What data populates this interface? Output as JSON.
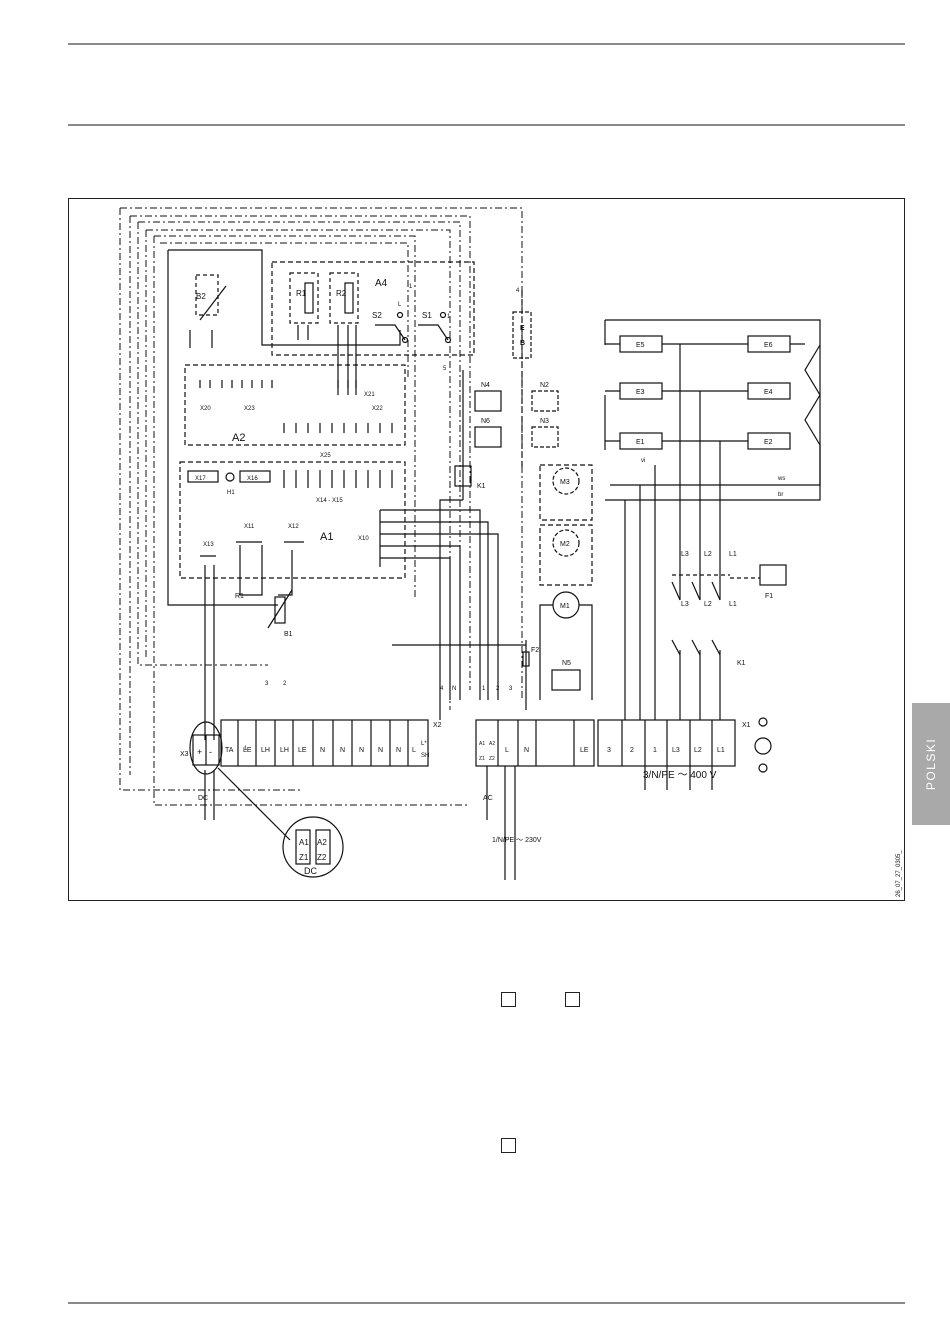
{
  "side_tab": {
    "label": "POLSKI",
    "color": "#a9a9a9"
  },
  "diagram": {
    "drawing_id": "26_07_27_0305_",
    "modules": {
      "a1": "A1",
      "a2": "A2",
      "a4": "A4"
    },
    "connectors": {
      "x20": "X20",
      "x23": "X23",
      "x21": "X21",
      "x22": "X22",
      "x25": "X25",
      "x17": "X17",
      "x16": "X16",
      "h1": "H1",
      "x14_x15": "X14 - X15",
      "x13": "X13",
      "x11": "X11",
      "x12": "X12",
      "x10": "X10",
      "x3": "X3",
      "x2": "X2",
      "x1": "X1"
    },
    "sensors": {
      "b2": "B2",
      "b1": "B1",
      "r1": "R1",
      "r2": "R2",
      "r1_low": "R1"
    },
    "switches": {
      "s2": "S2",
      "s1": "S1"
    },
    "limiters": {
      "n4": "N4",
      "n6": "N6",
      "n2": "N2",
      "n3": "N3",
      "n5": "N5",
      "f1": "F1"
    },
    "relay": {
      "k1": "K1",
      "k1_contactor": "K1"
    },
    "motors": {
      "m1": "M1",
      "m2": "M2",
      "m3": "M3"
    },
    "fuse": {
      "f2": "F2"
    },
    "heating_elements": {
      "e5": "E5",
      "e6": "E6",
      "e3": "E3",
      "e4": "E4",
      "e1": "E1",
      "e2": "E2"
    },
    "phases": {
      "l3": "L3",
      "l2": "L2",
      "l1": "L1"
    },
    "wire_colors": {
      "vi": "vi",
      "ws": "ws",
      "br": "br"
    },
    "e_block": {
      "top": "E",
      "bottom": "B"
    },
    "x2_terminals": [
      "TA",
      "LE",
      "LH",
      "LH",
      "LE",
      "N",
      "N",
      "N",
      "N",
      "N",
      "L"
    ],
    "x2_sh": "SH",
    "x2_l_star": "L*",
    "x3_terminals": [
      "+",
      "-"
    ],
    "ac_terminals": [
      "L",
      "N",
      "",
      "LE"
    ],
    "x1_terminals": [
      "3",
      "2",
      "1",
      "L3",
      "L2",
      "L1"
    ],
    "wire_numbers": {
      "n4": "4",
      "nN": "N",
      "n1": "1",
      "n2": "2",
      "n3": "3",
      "n5": "5",
      "n4top": "4"
    },
    "misc_numbers": {
      "one_a": "1",
      "one_b": "1",
      "three": "3",
      "two": "2",
      "one_c": "1",
      "l_sw": "L"
    },
    "supply_dc": "DC",
    "supply_ac": "AC",
    "supply_230": "1/N/PE ～ 230V",
    "supply_400": "3/N/PE ～ 400 V",
    "dc_detail": {
      "a1": "A1",
      "a2": "A2",
      "z1": "Z1",
      "z2": "Z2",
      "label": "DC"
    },
    "ac_small": {
      "a1": "A1",
      "a2": "A2",
      "z1": "Z1",
      "z2": "Z2"
    }
  }
}
